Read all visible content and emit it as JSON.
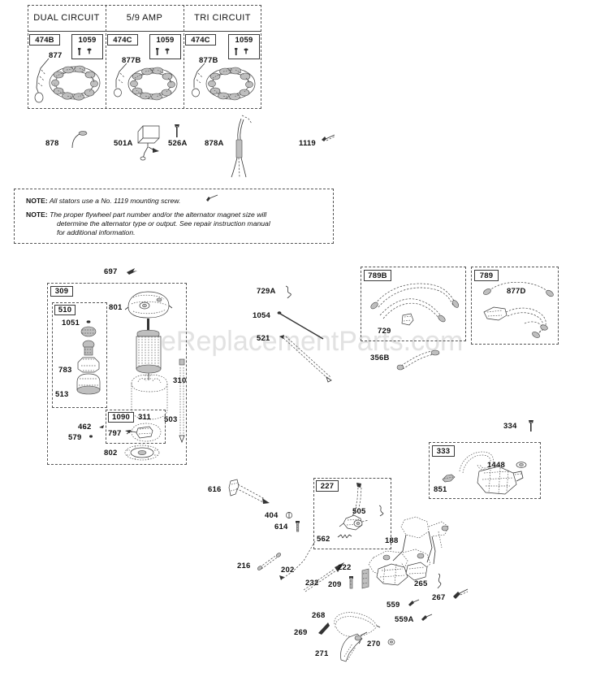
{
  "document": {
    "kind": "exploded-parts-diagram",
    "watermark": "eReplacementParts.com"
  },
  "alternator_table": {
    "columns": [
      {
        "header": "DUAL CIRCUIT",
        "left_tag": "474B",
        "right_tag": "1059",
        "stator_ref": "877"
      },
      {
        "header": "5/9 AMP",
        "left_tag": "474C",
        "right_tag": "1059",
        "stator_ref": "877B"
      },
      {
        "header": "TRI CIRCUIT",
        "left_tag": "474C",
        "right_tag": "1059",
        "stator_ref": "877B"
      }
    ]
  },
  "loose_parts_row": [
    {
      "ref": "878"
    },
    {
      "ref": "501A"
    },
    {
      "ref": "526A"
    },
    {
      "ref": "878A"
    },
    {
      "ref": "1119"
    }
  ],
  "notes": [
    {
      "lead": "NOTE:",
      "lines": [
        "All stators use a No. 1119 mounting screw."
      ]
    },
    {
      "lead": "NOTE:",
      "lines": [
        "The proper flywheel part number and/or the alternator magnet size will",
        "determine the alternator type or output. See repair instruction manual",
        "for additional information."
      ]
    }
  ],
  "starter_assembly": {
    "outer_ref": "697",
    "group_tag": "309",
    "subgroup_tag": "510",
    "brush_tag": "1090",
    "refs": [
      "1051",
      "801",
      "783",
      "513",
      "310",
      "311",
      "797",
      "462",
      "579",
      "802",
      "503"
    ]
  },
  "midfield_parts": [
    {
      "ref": "729A"
    },
    {
      "ref": "1054"
    },
    {
      "ref": "521"
    },
    {
      "ref": "356B"
    }
  ],
  "harness_boxes": [
    {
      "tag": "789B",
      "refs": [
        "729"
      ]
    },
    {
      "tag": "789",
      "refs": [
        "877D"
      ]
    }
  ],
  "control_bracket_box": {
    "tag": "333",
    "refs": [
      "851",
      "1448"
    ],
    "outer_ref": "334"
  },
  "governor_box": {
    "tag": "227",
    "refs": [
      "505",
      "562"
    ]
  },
  "linkage_parts": [
    {
      "ref": "616"
    },
    {
      "ref": "404"
    },
    {
      "ref": "614"
    },
    {
      "ref": "216"
    },
    {
      "ref": "202"
    },
    {
      "ref": "232"
    },
    {
      "ref": "222"
    },
    {
      "ref": "209"
    },
    {
      "ref": "188"
    },
    {
      "ref": "265"
    },
    {
      "ref": "267"
    },
    {
      "ref": "559"
    },
    {
      "ref": "559A"
    }
  ],
  "spring_parts": [
    {
      "ref": "268"
    },
    {
      "ref": "269"
    },
    {
      "ref": "271"
    },
    {
      "ref": "270"
    }
  ]
}
